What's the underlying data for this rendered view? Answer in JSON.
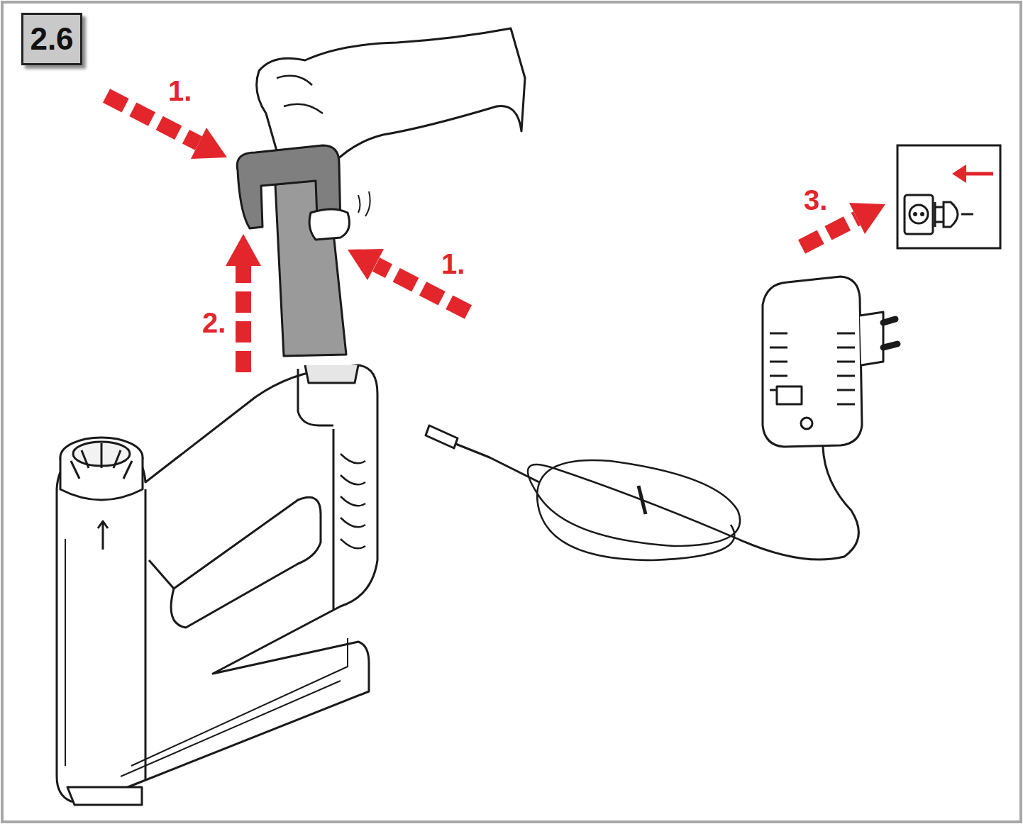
{
  "diagram": {
    "nodes": [
      {
        "text": [
          "2.6"
        ]
      }
    ],
    "labels": [
      "1.",
      "1.",
      "2.",
      "3."
    ]
  }
}
